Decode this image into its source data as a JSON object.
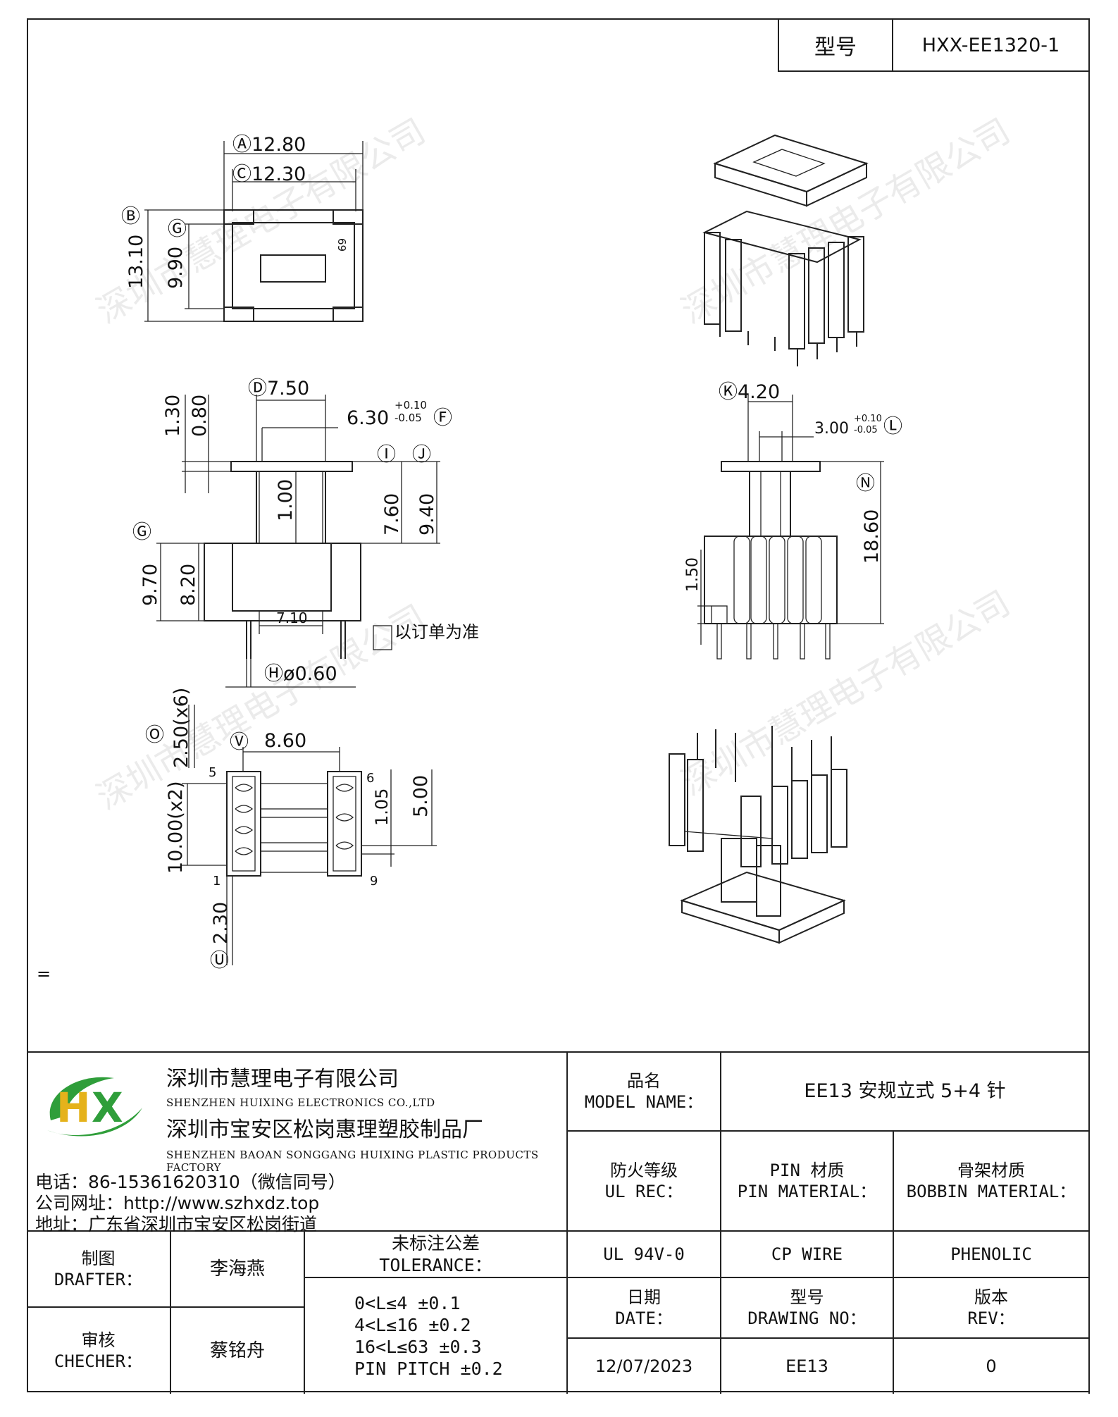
{
  "header": {
    "model_label": "型号",
    "model_value": "HXX-EE1320-1"
  },
  "drawing": {
    "top_view": {
      "A": "Ⓐ12.80",
      "C": "Ⓒ12.30",
      "B": "13.10",
      "Bmark": "Ⓑ",
      "G1": "9.90",
      "G1mark": "Ⓖ",
      "mark": "69"
    },
    "front_view": {
      "D": "Ⓓ7.50",
      "F": "6.30",
      "Ftol_up": "+0.10",
      "Ftol_dn": "-0.05",
      "Fmark": "Ⓕ",
      "v130": "1.30",
      "v080": "0.80",
      "I1": "Ⓘ",
      "J1": "Ⓙ",
      "v100": "1.00",
      "v760": "7.60",
      "v940": "9.40",
      "Gmark": "Ⓖ",
      "v970": "9.70",
      "v820": "8.20",
      "v710": "7.10",
      "note": "以订单为准",
      "H": "Ⓗø0.60"
    },
    "side_view": {
      "K": "Ⓚ4.20",
      "v300": "3.00",
      "tol_up": "+0.10",
      "tol_dn": "-0.05",
      "Lmark": "Ⓛ",
      "v1860": "18.60",
      "Nmark": "Ⓝ",
      "v150": "1.50"
    },
    "bottom_view": {
      "O": "Ⓞ",
      "v250": "2.50(x6)",
      "V": "Ⓥ",
      "v860": "8.60",
      "p5": "5",
      "p6": "6",
      "p1": "1",
      "p9": "9",
      "v1000": "10.00(x2)",
      "v105": "1.05",
      "v500": "5.00",
      "v230": "2.30",
      "Umark": "Ⓤ"
    },
    "equal_sign": "="
  },
  "watermark": "深圳市慧理电子有限公司",
  "company": {
    "name_cn": "深圳市慧理电子有限公司",
    "name_en": "SHENZHEN HUIXING ELECTRONICS CO.,LTD",
    "factory_cn": "深圳市宝安区松岗惠理塑胶制品厂",
    "factory_en": "SHENZHEN BAOAN SONGGANG HUIXING PLASTIC PRODUCTS FACTORY",
    "phone": "电话：86-15361620310（微信同号）",
    "website": "公司网址：http://www.szhxdz.top",
    "address": "地址：广东省深圳市宝安区松岗街道"
  },
  "title_block": {
    "model_name_cn": "品名",
    "model_name_en": "MODEL NAME：",
    "model_name_value": "EE13 安规立式 5+4 针",
    "ul_cn": "防火等级",
    "ul_en": "UL REC：",
    "pin_cn": "PIN 材质",
    "pin_en": "PIN MATERIAL：",
    "bobbin_cn": "骨架材质",
    "bobbin_en": "BOBBIN MATERIAL：",
    "ul_value": "UL 94V-0",
    "pin_value": "CP WIRE",
    "bobbin_value": "PHENOLIC",
    "drafter_cn": "制图",
    "drafter_en": "DRAFTER：",
    "drafter_name": "李海燕",
    "checker_cn": "审核",
    "checker_en": "CHECHER：",
    "checker_name": "蔡铭舟",
    "tolerance_cn": "未标注公差",
    "tolerance_en": "TOLERANCE：",
    "tolerances": [
      "0<L≤4  ±0.1",
      "4<L≤16 ±0.2",
      "16<L≤63 ±0.3",
      "PIN PITCH ±0.2"
    ],
    "date_cn": "日期",
    "date_en": "DATE：",
    "date_value": "12/07/2023",
    "drawing_cn": "型号",
    "drawing_en": "DRAWING NO：",
    "drawing_value": "EE13",
    "rev_cn": "版本",
    "rev_en": "REV：",
    "rev_value": "0"
  },
  "colors": {
    "logo_green": "#2f9e3a",
    "logo_yellow": "#e5b21b",
    "line": "#222222"
  }
}
